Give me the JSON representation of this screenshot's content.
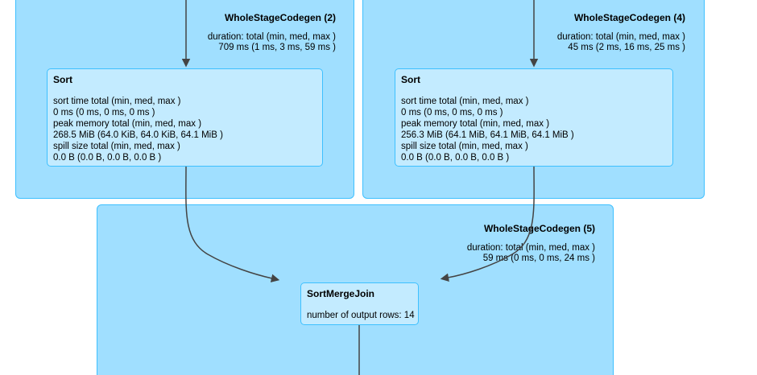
{
  "diagram": {
    "type": "spark-sql-plan-dag",
    "colors": {
      "cluster_fill": "#A0DFFF",
      "cluster_border": "#3EC0FF",
      "node_fill": "#C3EBFF",
      "node_border": "#3EC0FF",
      "edge": "#444444",
      "text": "#000000",
      "background": "#FFFFFF"
    },
    "clusters": [
      {
        "title": "WholeStageCodegen (2)",
        "metric_label": "duration: total (min, med, max )",
        "metric_value": "709 ms (1 ms, 3 ms, 59 ms )"
      },
      {
        "title": "WholeStageCodegen (4)",
        "metric_label": "duration: total (min, med, max )",
        "metric_value": "45 ms (2 ms, 16 ms, 25 ms )"
      },
      {
        "title": "WholeStageCodegen (5)",
        "metric_label": "duration: total (min, med, max )",
        "metric_value": "59 ms (0 ms, 0 ms, 24 ms )"
      }
    ],
    "nodes": [
      {
        "title": "Sort",
        "metrics": [
          "sort time total (min, med, max )",
          "0 ms (0 ms, 0 ms, 0 ms )",
          "peak memory total (min, med, max )",
          "268.5 MiB (64.0 KiB, 64.0 KiB, 64.1 MiB )",
          "spill size total (min, med, max )",
          "0.0 B (0.0 B, 0.0 B, 0.0 B )"
        ]
      },
      {
        "title": "Sort",
        "metrics": [
          "sort time total (min, med, max )",
          "0 ms (0 ms, 0 ms, 0 ms )",
          "peak memory total (min, med, max )",
          "256.3 MiB (64.1 MiB, 64.1 MiB, 64.1 MiB )",
          "spill size total (min, med, max )",
          "0.0 B (0.0 B, 0.0 B, 0.0 B )"
        ]
      },
      {
        "title": "SortMergeJoin",
        "metrics": [
          "number of output rows: 14"
        ]
      }
    ]
  }
}
